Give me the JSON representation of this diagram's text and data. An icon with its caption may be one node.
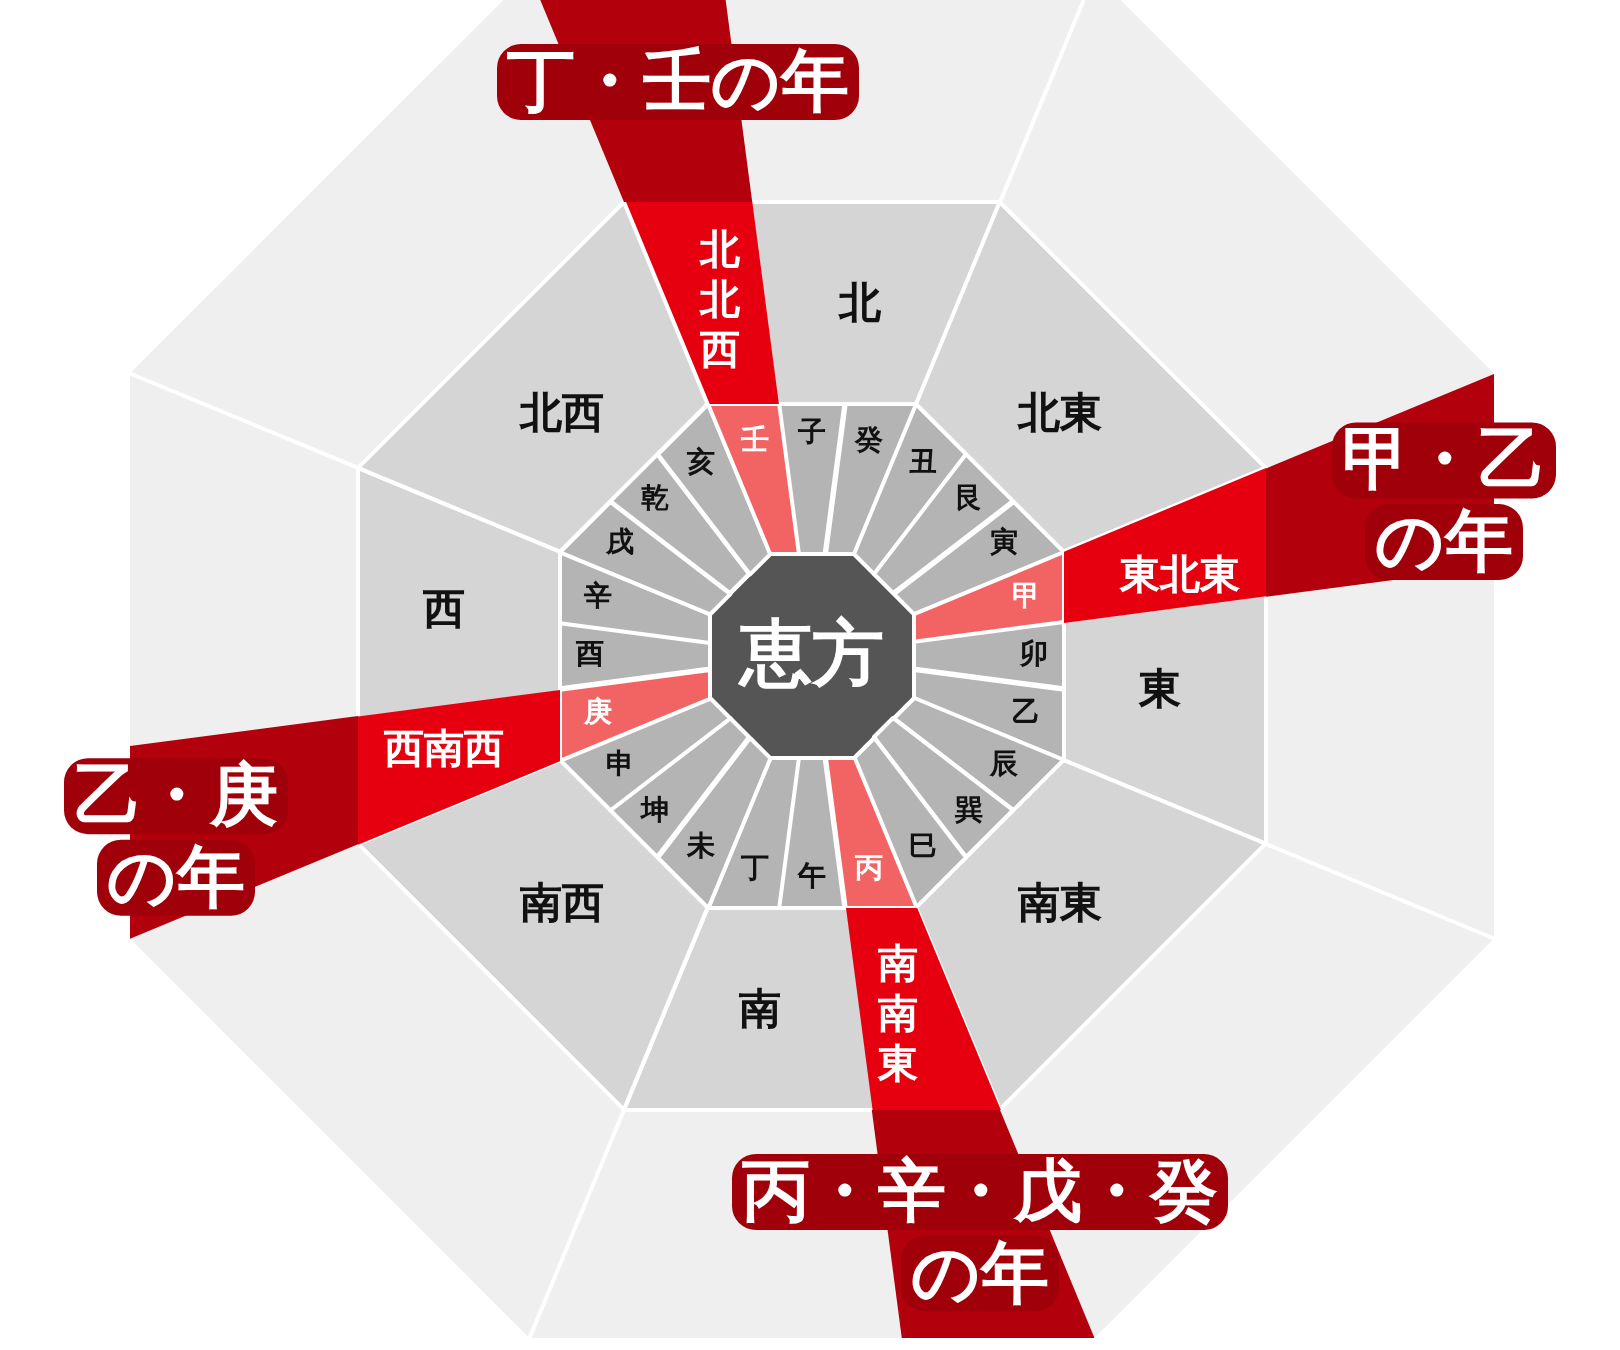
{
  "diagram": {
    "nodes": [
      {
        "text": [
          "恵方"
        ]
      },
      {
        "text": [
          "子"
        ]
      },
      {
        "text": [
          "癸"
        ]
      },
      {
        "text": [
          "丑"
        ]
      },
      {
        "text": [
          "艮"
        ]
      },
      {
        "text": [
          "寅"
        ]
      },
      {
        "text": [
          "甲"
        ]
      },
      {
        "text": [
          "卯"
        ]
      },
      {
        "text": [
          "乙"
        ]
      },
      {
        "text": [
          "辰"
        ]
      },
      {
        "text": [
          "巽"
        ]
      },
      {
        "text": [
          "巳"
        ]
      },
      {
        "text": [
          "丙"
        ]
      },
      {
        "text": [
          "午"
        ]
      },
      {
        "text": [
          "丁"
        ]
      },
      {
        "text": [
          "未"
        ]
      },
      {
        "text": [
          "坤"
        ]
      },
      {
        "text": [
          "申"
        ]
      },
      {
        "text": [
          "庚"
        ]
      },
      {
        "text": [
          "酉"
        ]
      },
      {
        "text": [
          "辛"
        ]
      },
      {
        "text": [
          "戌"
        ]
      },
      {
        "text": [
          "乾"
        ]
      },
      {
        "text": [
          "亥"
        ]
      },
      {
        "text": [
          "壬"
        ]
      },
      {
        "text": [
          "北"
        ]
      },
      {
        "text": [
          "北東"
        ]
      },
      {
        "text": [
          "東"
        ]
      },
      {
        "text": [
          "南東"
        ]
      },
      {
        "text": [
          "南"
        ]
      },
      {
        "text": [
          "南西"
        ]
      },
      {
        "text": [
          "西"
        ]
      },
      {
        "text": [
          "北西"
        ]
      },
      {
        "text": [
          "北北西"
        ],
        "in": 25
      },
      {
        "text": [
          "東北東"
        ],
        "in": 27
      },
      {
        "text": [
          "南南東"
        ],
        "in": 29
      },
      {
        "text": [
          "西南西"
        ],
        "in": 31
      },
      {
        "text": [
          "丁・壬の年"
        ]
      },
      {
        "text": [
          "甲・乙の年"
        ]
      },
      {
        "text": [
          "丙・辛・戊・癸の年"
        ]
      },
      {
        "text": [
          "乙・庚の年"
        ]
      }
    ]
  }
}
